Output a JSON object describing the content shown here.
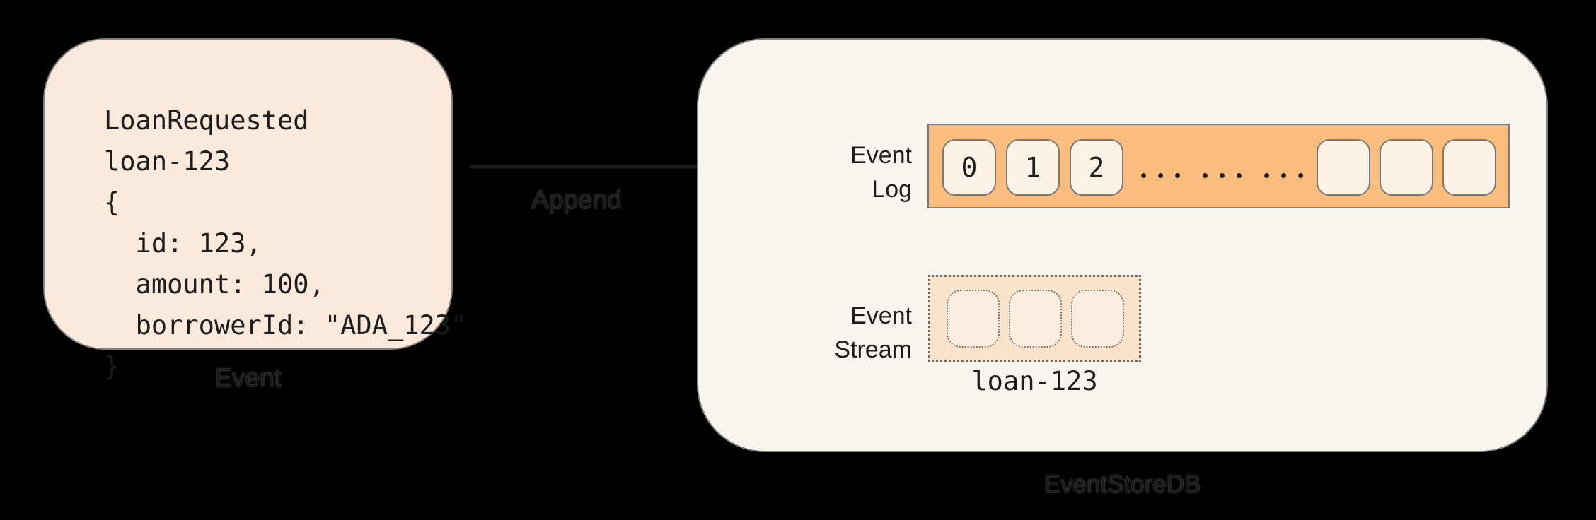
{
  "event_card": {
    "label": "Event",
    "code_lines": [
      "LoanRequested",
      "loan-123",
      "{",
      "  id: 123,",
      "  amount: 100,",
      "  borrowerId: \"ADA_123\"",
      "}"
    ]
  },
  "append_arrow": {
    "label": "Append"
  },
  "eventstore": {
    "label": "EventStoreDB",
    "event_log": {
      "label_lines": [
        "Event",
        "Log"
      ],
      "cells": [
        "0",
        "1",
        "2"
      ],
      "ellipsis_dot_count": 9,
      "empty_cell_count": 3
    },
    "event_stream": {
      "label_lines": [
        "Event",
        "Stream"
      ],
      "empty_slot_count": 3,
      "stream_name": "loan-123"
    }
  },
  "colors": {
    "background": "#000000",
    "event_card_fill": "#FBEADB",
    "store_fill": "#F8F4EF",
    "log_bar_fill": "#FBBD7D",
    "cell_fill": "#FCF1E5",
    "stream_fill": "#FAE3CB",
    "slot_fill": "#FCEEDF",
    "border": "#85827E",
    "text": "#1D1D1D",
    "arrow": "#1D1D1D"
  }
}
